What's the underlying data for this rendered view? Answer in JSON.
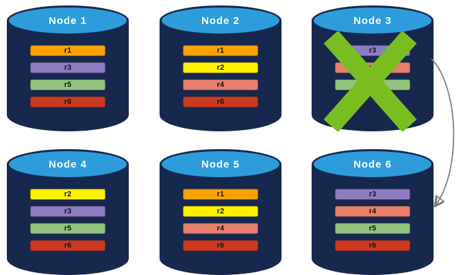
{
  "nodes": [
    {
      "title": "Node 1",
      "failed": false,
      "replicas": [
        {
          "label": "r1",
          "color": "#FFA200"
        },
        {
          "label": "r3",
          "color": "#8E7CC3"
        },
        {
          "label": "r5",
          "color": "#93C47D"
        },
        {
          "label": "r6",
          "color": "#CC3B1F"
        }
      ]
    },
    {
      "title": "Node 2",
      "failed": false,
      "replicas": [
        {
          "label": "r1",
          "color": "#FFA200"
        },
        {
          "label": "r2",
          "color": "#FFF200"
        },
        {
          "label": "r4",
          "color": "#E77F6C"
        },
        {
          "label": "r6",
          "color": "#CC3B1F"
        }
      ]
    },
    {
      "title": "Node 3",
      "failed": true,
      "replicas": [
        {
          "label": "r3",
          "color": "#8E7CC3"
        },
        {
          "label": "r4",
          "color": "#E77F6C"
        },
        {
          "label": "r5",
          "color": "#93C47D"
        }
      ]
    },
    {
      "title": "Node 4",
      "failed": false,
      "replicas": [
        {
          "label": "r2",
          "color": "#FFF200"
        },
        {
          "label": "r3",
          "color": "#8E7CC3"
        },
        {
          "label": "r5",
          "color": "#93C47D"
        },
        {
          "label": "r6",
          "color": "#CC3B1F"
        }
      ]
    },
    {
      "title": "Node 5",
      "failed": false,
      "replicas": [
        {
          "label": "r1",
          "color": "#FFA200"
        },
        {
          "label": "r2",
          "color": "#FFF200"
        },
        {
          "label": "r4",
          "color": "#E77F6C"
        },
        {
          "label": "r6",
          "color": "#CC3B1F"
        }
      ]
    },
    {
      "title": "Node 6",
      "failed": false,
      "replicas": [
        {
          "label": "r3",
          "color": "#8E7CC3"
        },
        {
          "label": "r4",
          "color": "#E77F6C"
        },
        {
          "label": "r5",
          "color": "#93C47D"
        },
        {
          "label": "r6",
          "color": "#CC3B1F"
        }
      ]
    }
  ],
  "colors": {
    "cylinder_body": "#16284E",
    "cylinder_top": "#2D9CDB",
    "failure_x": "#79BE20",
    "arrow": "#7F7F7F"
  }
}
